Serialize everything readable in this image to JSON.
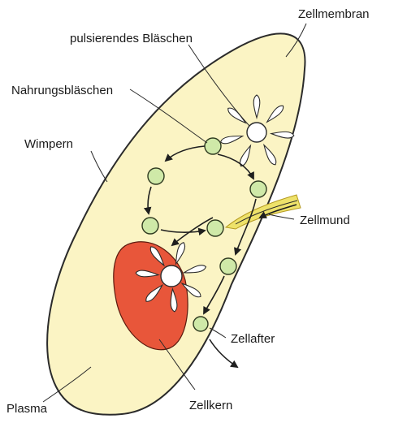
{
  "labels": {
    "zellmembran": "Zellmembran",
    "pulsierendes": "pulsierendes Bläschen",
    "nahrungsblaeschen": "Nahrungsbläschen",
    "wimpern": "Wimpern",
    "zellmund": "Zellmund",
    "zellafter": "Zellafter",
    "plasma": "Plasma",
    "zellkern": "Zellkern"
  },
  "colors": {
    "cytoplasm": "#fbf4c4",
    "membrane": "#2b2b2b",
    "nucleus": "#e8563a",
    "vesicle": "#cfe9a8",
    "oral_groove": "#eee26a"
  },
  "icons": [
    "paramecium-cell",
    "contractile-vacuole",
    "food-vacuole",
    "nucleus",
    "cilia"
  ]
}
